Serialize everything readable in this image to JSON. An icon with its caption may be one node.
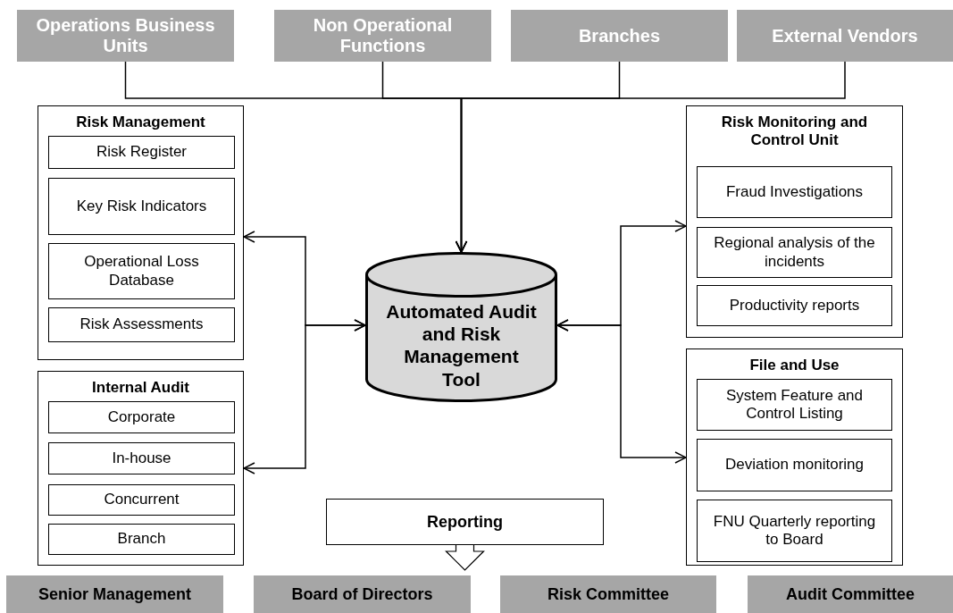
{
  "diagram": {
    "nodes": [
      {
        "text": [
          "Operations Business Units"
        ]
      },
      {
        "text": [
          "Non Operational Functions"
        ]
      },
      {
        "text": [
          "Branches"
        ]
      },
      {
        "text": [
          "External Vendors"
        ]
      },
      {
        "text": [
          "Risk Management"
        ]
      },
      {
        "text": [
          "Risk Register"
        ],
        "in": 4
      },
      {
        "text": [
          "Key Risk Indicators"
        ],
        "in": 4
      },
      {
        "text": [
          "Operational Loss Database"
        ],
        "in": 4
      },
      {
        "text": [
          "Risk Assessments"
        ],
        "in": 4
      },
      {
        "text": [
          "Internal Audit"
        ]
      },
      {
        "text": [
          "Corporate"
        ],
        "in": 9
      },
      {
        "text": [
          "In-house"
        ],
        "in": 9
      },
      {
        "text": [
          "Concurrent"
        ],
        "in": 9
      },
      {
        "text": [
          "Branch"
        ],
        "in": 9
      },
      {
        "text": [
          "Automated Audit and Risk Management Tool"
        ]
      },
      {
        "text": [
          "Risk Monitoring and Control Unit"
        ]
      },
      {
        "text": [
          "Fraud Investigations"
        ],
        "in": 15
      },
      {
        "text": [
          "Regional analysis of the incidents"
        ],
        "in": 15
      },
      {
        "text": [
          "Productivity reports"
        ],
        "in": 15
      },
      {
        "text": [
          "File and Use"
        ]
      },
      {
        "text": [
          "System Feature and Control Listing"
        ],
        "in": 19
      },
      {
        "text": [
          "Deviation monitoring"
        ],
        "in": 19
      },
      {
        "text": [
          "FNU Quarterly reporting to Board"
        ],
        "in": 19
      },
      {
        "text": [
          "Reporting"
        ]
      },
      {
        "text": [
          "Senior Management"
        ]
      },
      {
        "text": [
          "Board of Directors"
        ]
      },
      {
        "text": [
          "Risk Committee"
        ]
      },
      {
        "text": [
          "Audit Committee"
        ]
      }
    ],
    "edges": [
      {
        "from": 0,
        "to": 14,
        "arrow": "to"
      },
      {
        "from": 1,
        "to": 14,
        "arrow": "to"
      },
      {
        "from": 2,
        "to": 14,
        "arrow": "to"
      },
      {
        "from": 3,
        "to": 14,
        "arrow": "to"
      },
      {
        "from": 4,
        "to": 14,
        "arrow": "both"
      },
      {
        "from": 9,
        "to": 14,
        "arrow": "both"
      },
      {
        "from": 15,
        "to": 14,
        "arrow": "both"
      },
      {
        "from": 19,
        "to": 14,
        "arrow": "both"
      },
      {
        "from": 23,
        "to": null,
        "arrow": "to"
      }
    ]
  }
}
